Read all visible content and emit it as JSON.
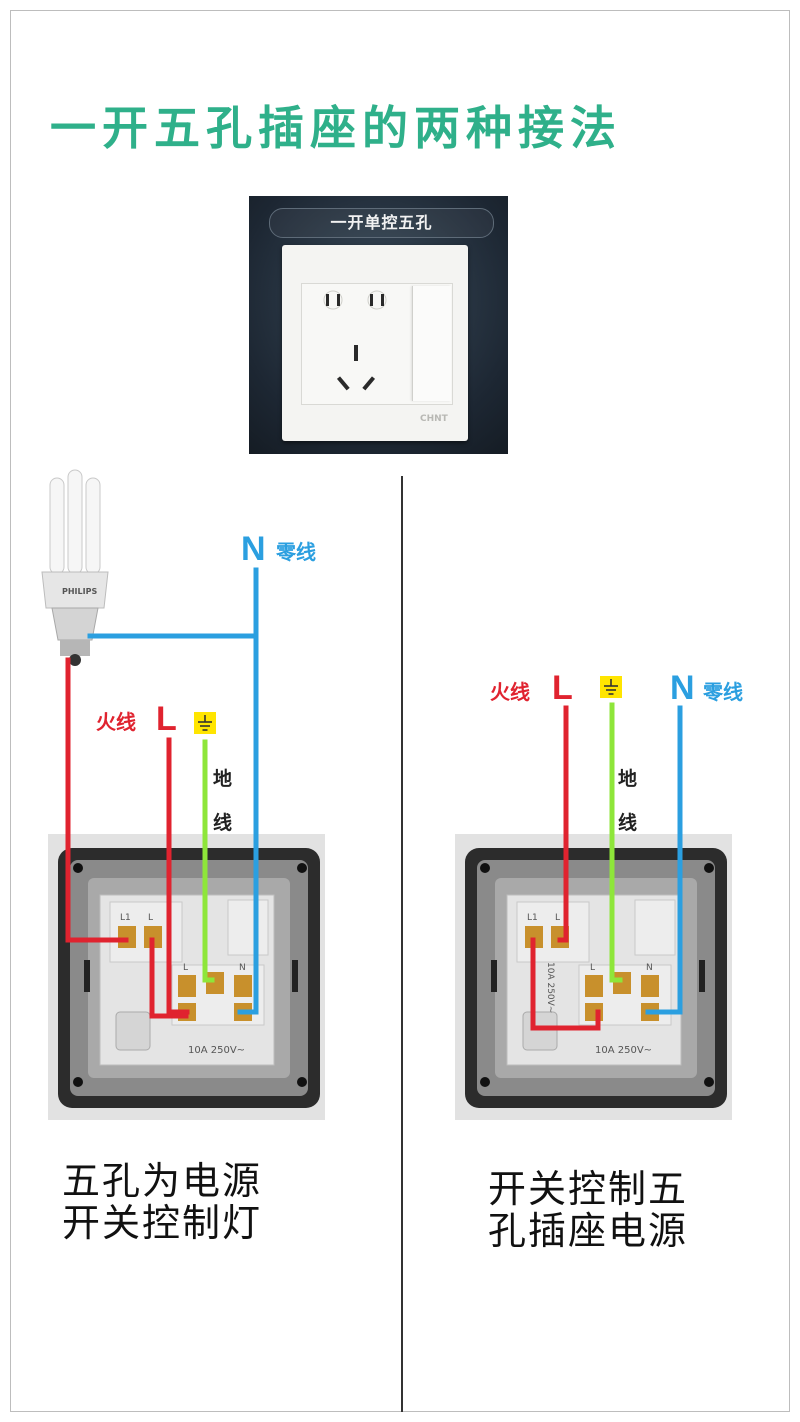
{
  "title": "一开五孔插座的两种接法",
  "product": {
    "label": "一开单控五孔",
    "brand": "CHNT"
  },
  "left_diagram": {
    "bulb_brand": "PHILIPS",
    "neutral": {
      "letter": "N",
      "label": "零线"
    },
    "live": {
      "letter": "L",
      "label": "火线"
    },
    "ground": {
      "label_line1": "地",
      "label_line2": "线"
    },
    "terminals": {
      "l1": "L1",
      "l": "L",
      "l2": "L",
      "n": "N"
    },
    "rating": "10A 250V~",
    "caption_line1": "五孔为电源",
    "caption_line2": "开关控制灯"
  },
  "right_diagram": {
    "neutral": {
      "letter": "N",
      "label": "零线"
    },
    "live": {
      "letter": "L",
      "label": "火线"
    },
    "ground": {
      "label_line1": "地",
      "label_line2": "线"
    },
    "terminals": {
      "l1": "L1",
      "l": "L",
      "l2": "L",
      "n": "N"
    },
    "rating": "10A 250V~",
    "side_rating": "10A 250V~",
    "caption_line1": "开关控制五",
    "caption_line2": "孔插座电源"
  },
  "colors": {
    "title": "#2fb08a",
    "live_wire": "#e0232f",
    "neutral_wire": "#2b9fe0",
    "ground_wire": "#8ee63a",
    "ground_badge": "#ffe500"
  }
}
